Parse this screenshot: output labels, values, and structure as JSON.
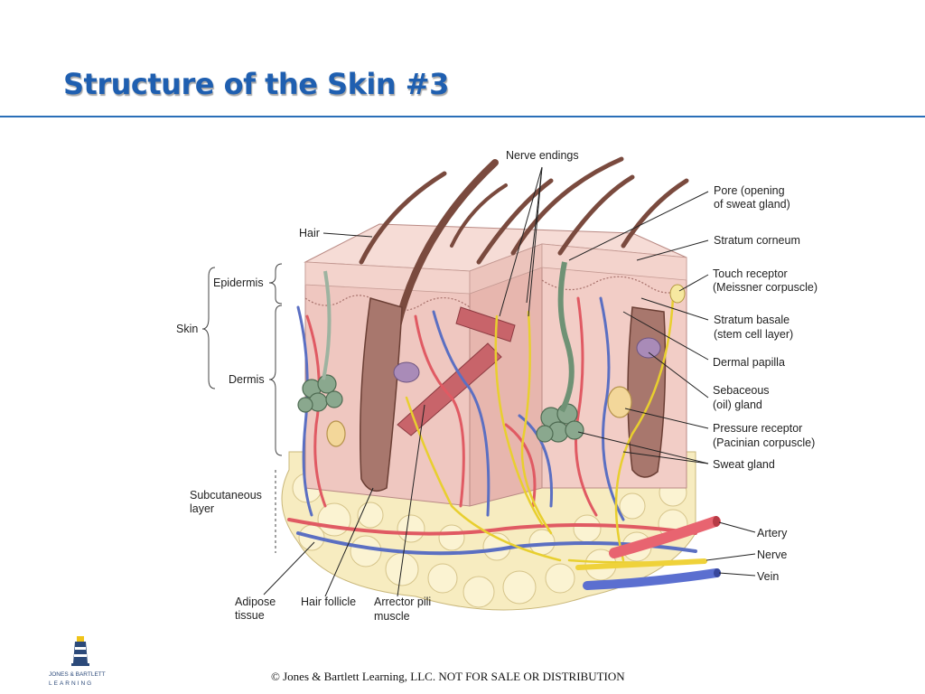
{
  "slide": {
    "title": "Structure of the Skin #3",
    "footer": "© Jones & Bartlett Learning, LLC. NOT FOR SALE OR DISTRIBUTION",
    "colors": {
      "title": "#1f5fb0",
      "rule": "#2a6fb8"
    }
  },
  "logo": {
    "line1": "JONES & BARTLETT",
    "line2": "LEARNING",
    "icon": "lighthouse-icon"
  },
  "labels": {
    "nerve_endings": "Nerve endings",
    "hair": "Hair",
    "epidermis": "Epidermis",
    "skin": "Skin",
    "dermis": "Dermis",
    "subcutaneous_1": "Subcutaneous",
    "subcutaneous_2": "layer",
    "adipose_1": "Adipose",
    "adipose_2": "tissue",
    "hair_follicle": "Hair follicle",
    "arrector_1": "Arrector pili",
    "arrector_2": "muscle",
    "pore_1": "Pore (opening",
    "pore_2": "of sweat gland)",
    "stratum_corneum": "Stratum corneum",
    "touch_1": "Touch receptor",
    "touch_2": "(Meissner corpuscle)",
    "basale_1": "Stratum basale",
    "basale_2": "(stem cell layer)",
    "dermal_papilla": "Dermal papilla",
    "sebaceous_1": "Sebaceous",
    "sebaceous_2": "(oil) gland",
    "pressure_1": "Pressure receptor",
    "pressure_2": "(Pacinian corpuscle)",
    "sweat_gland": "Sweat gland",
    "artery": "Artery",
    "nerve": "Nerve",
    "vein": "Vein"
  }
}
